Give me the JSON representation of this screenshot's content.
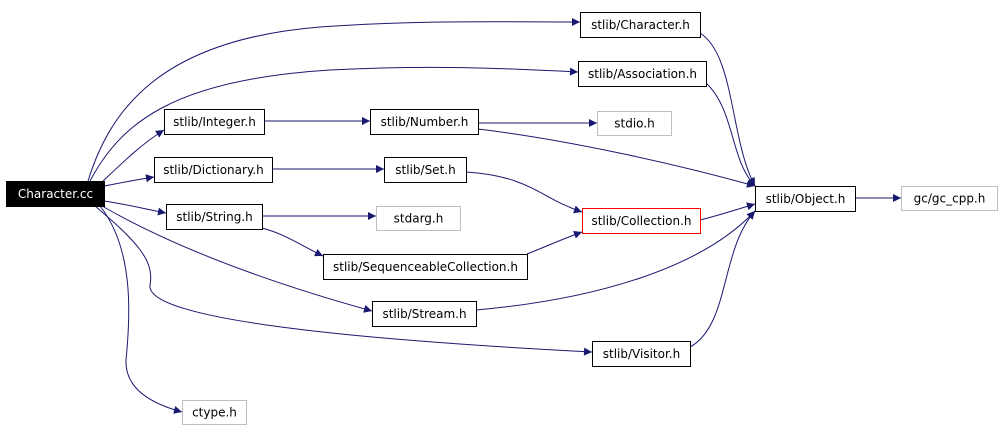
{
  "colors": {
    "edge": "#191970",
    "node_border": "#000000",
    "node_border_missing": "#bfbfbf",
    "node_border_highlight": "#ff0000",
    "root_fill": "#000000",
    "root_text": "#ffffff",
    "text": "#000000"
  },
  "nodes": [
    {
      "id": "root",
      "label": "Character.cc",
      "kind": "root"
    },
    {
      "id": "character_h",
      "label": "stlib/Character.h",
      "kind": "normal"
    },
    {
      "id": "association_h",
      "label": "stlib/Association.h",
      "kind": "normal"
    },
    {
      "id": "integer_h",
      "label": "stlib/Integer.h",
      "kind": "normal"
    },
    {
      "id": "number_h",
      "label": "stlib/Number.h",
      "kind": "normal"
    },
    {
      "id": "stdio_h",
      "label": "stdio.h",
      "kind": "missing"
    },
    {
      "id": "dictionary_h",
      "label": "stlib/Dictionary.h",
      "kind": "normal"
    },
    {
      "id": "set_h",
      "label": "stlib/Set.h",
      "kind": "normal"
    },
    {
      "id": "object_h",
      "label": "stlib/Object.h",
      "kind": "normal"
    },
    {
      "id": "gc_cpp_h",
      "label": "gc/gc_cpp.h",
      "kind": "missing"
    },
    {
      "id": "string_h",
      "label": "stlib/String.h",
      "kind": "normal"
    },
    {
      "id": "stdarg_h",
      "label": "stdarg.h",
      "kind": "missing"
    },
    {
      "id": "collection_h",
      "label": "stlib/Collection.h",
      "kind": "highlight"
    },
    {
      "id": "seqcoll_h",
      "label": "stlib/SequenceableCollection.h",
      "kind": "normal"
    },
    {
      "id": "stream_h",
      "label": "stlib/Stream.h",
      "kind": "normal"
    },
    {
      "id": "visitor_h",
      "label": "stlib/Visitor.h",
      "kind": "normal"
    },
    {
      "id": "ctype_h",
      "label": "ctype.h",
      "kind": "missing"
    }
  ],
  "edges": [
    {
      "from": "root",
      "to": "character_h"
    },
    {
      "from": "root",
      "to": "association_h"
    },
    {
      "from": "root",
      "to": "integer_h"
    },
    {
      "from": "root",
      "to": "dictionary_h"
    },
    {
      "from": "root",
      "to": "string_h"
    },
    {
      "from": "root",
      "to": "stream_h"
    },
    {
      "from": "root",
      "to": "visitor_h"
    },
    {
      "from": "root",
      "to": "ctype_h"
    },
    {
      "from": "integer_h",
      "to": "number_h"
    },
    {
      "from": "number_h",
      "to": "stdio_h"
    },
    {
      "from": "number_h",
      "to": "object_h"
    },
    {
      "from": "dictionary_h",
      "to": "set_h"
    },
    {
      "from": "set_h",
      "to": "collection_h"
    },
    {
      "from": "string_h",
      "to": "stdarg_h"
    },
    {
      "from": "string_h",
      "to": "seqcoll_h"
    },
    {
      "from": "seqcoll_h",
      "to": "collection_h"
    },
    {
      "from": "collection_h",
      "to": "object_h"
    },
    {
      "from": "character_h",
      "to": "object_h"
    },
    {
      "from": "association_h",
      "to": "object_h"
    },
    {
      "from": "stream_h",
      "to": "object_h"
    },
    {
      "from": "visitor_h",
      "to": "object_h"
    },
    {
      "from": "object_h",
      "to": "gc_cpp_h"
    }
  ]
}
